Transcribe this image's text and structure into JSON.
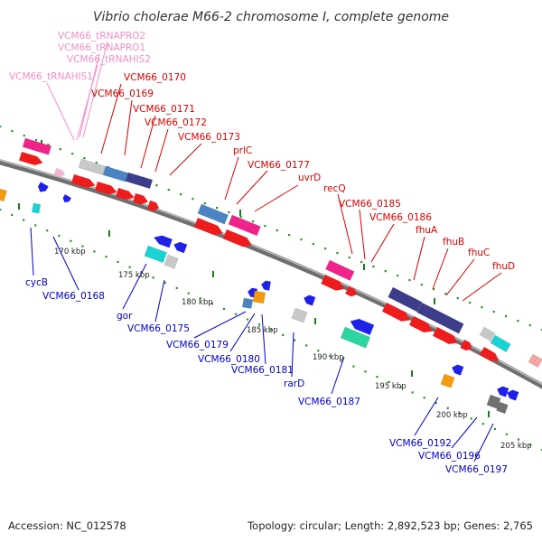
{
  "title": "Vibrio cholerae M66-2 chromosome I, complete genome",
  "footer": {
    "accession": "Accession: NC_012578",
    "topology": "Topology: circular; Length: 2,892,523 bp; Genes: 2,765"
  },
  "colors": {
    "trna_label": "#f08fc6",
    "upper_label": "#d80000",
    "lower_label": "#0000c8",
    "backbone": "#7a7a7a",
    "dots": "#2f8f2f"
  },
  "ticks": [
    "170 kbp",
    "175 kbp",
    "180 kbp",
    "185 kbp",
    "190 kbp",
    "195 kbp",
    "200 kbp",
    "205 kbp"
  ],
  "labels_trna": [
    "VCM66_tRNAPRO2",
    "VCM66_tRNAPRO1",
    "VCM66_tRNAHIS2",
    "VCM66_tRNAHIS1"
  ],
  "labels_upper": [
    "VCM66_0170",
    "VCM66_0169",
    "VCM66_0171",
    "VCM66_0172",
    "VCM66_0173",
    "prlC",
    "VCM66_0177",
    "uvrD",
    "recQ",
    "VCM66_0185",
    "VCM66_0186",
    "fhuA",
    "fhuB",
    "fhuC",
    "fhuD"
  ],
  "labels_lower": [
    "cycB",
    "VCM66_0168",
    "gor",
    "VCM66_0175",
    "VCM66_0179",
    "VCM66_0180",
    "VCM66_0181",
    "rarD",
    "VCM66_0187",
    "VCM66_0192",
    "VCM66_0196",
    "VCM66_0197"
  ]
}
